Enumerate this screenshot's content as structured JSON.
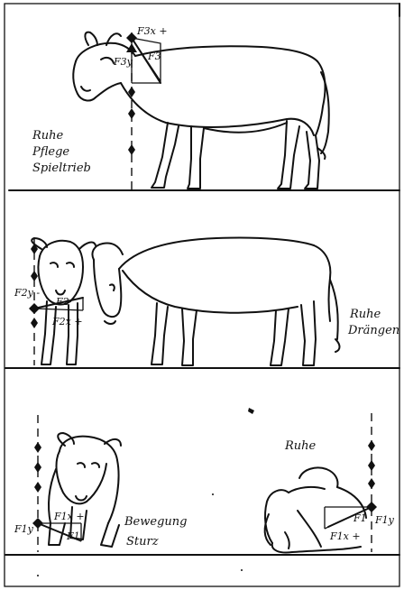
{
  "panels": [
    {
      "caption_lines": [
        "Ruhe",
        "Pflege",
        "Spieltrieb"
      ],
      "force_labels": [
        "F3x +",
        "F3y",
        "F3"
      ]
    },
    {
      "caption_lines": [
        "Ruhe",
        "Drängen"
      ],
      "force_labels": [
        "F2y -",
        "F2",
        "F2x +"
      ]
    },
    {
      "caption_lines": [
        "Bewegung",
        "Sturz"
      ],
      "force_labels": [
        "F1y",
        "F1x +",
        "F1"
      ]
    },
    {
      "caption_lines": [
        "Ruhe"
      ],
      "force_labels": [
        "F1x +",
        "F1",
        "F1y"
      ]
    }
  ]
}
